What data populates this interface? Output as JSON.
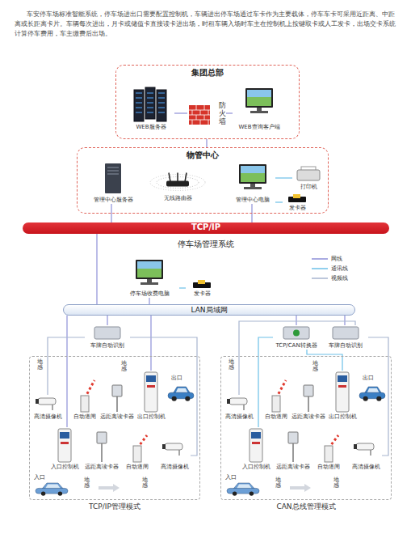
{
  "diagram": {
    "nodes": [
      {
        "text": [
          "集团总部"
        ]
      },
      {
        "text": [
          "WEB服务器"
        ],
        "in": 0
      },
      {
        "text": [
          "防火墙"
        ],
        "in": 0
      },
      {
        "text": [
          "WEB查询客户端"
        ],
        "in": 0
      },
      {
        "text": [
          "物管中心"
        ]
      },
      {
        "text": [
          "管理中心服务器"
        ],
        "in": 4
      },
      {
        "text": [
          "无线路由器"
        ],
        "in": 4
      },
      {
        "text": [
          "管理中心电脑"
        ],
        "in": 4
      },
      {
        "text": [
          "打印机"
        ],
        "in": 4
      },
      {
        "text": [
          "发卡器"
        ],
        "in": 4
      },
      {
        "text": [
          "TCP/IP"
        ]
      },
      {
        "text": [
          "停车场收费电脑"
        ]
      },
      {
        "text": [
          "发卡器"
        ]
      },
      {
        "text": [
          "LAN局域网"
        ]
      },
      {
        "text": [
          "车牌自动识别"
        ]
      },
      {
        "text": [
          "TCP/CAN转换器"
        ]
      },
      {
        "text": [
          "车牌自动识别"
        ]
      },
      {
        "text": [
          "TCP/IP管理模式"
        ]
      },
      {
        "text": [
          "高清摄像机"
        ],
        "in": 17
      },
      {
        "text": [
          "自动道闸"
        ],
        "in": 17
      },
      {
        "text": [
          "远距离读卡器"
        ],
        "in": 17
      },
      {
        "text": [
          "出口控制机"
        ],
        "in": 17
      },
      {
        "text": [
          "入口控制机"
        ],
        "in": 17
      },
      {
        "text": [
          "远距离读卡器"
        ],
        "in": 17
      },
      {
        "text": [
          "自动道闸"
        ],
        "in": 17
      },
      {
        "text": [
          "高清摄像机"
        ],
        "in": 17
      },
      {
        "text": [
          "CAN总线管理模式"
        ]
      },
      {
        "text": [
          "高清摄像机"
        ],
        "in": 26
      },
      {
        "text": [
          "自动道闸"
        ],
        "in": 26
      },
      {
        "text": [
          "远距离读卡器"
        ],
        "in": 26
      },
      {
        "text": [
          "出口控制机"
        ],
        "in": 26
      },
      {
        "text": [
          "入口控制机"
        ],
        "in": 26
      },
      {
        "text": [
          "远距离读卡器"
        ],
        "in": 26
      },
      {
        "text": [
          "自动道闸"
        ],
        "in": 26
      },
      {
        "text": [
          "高清摄像机"
        ],
        "in": 26
      }
    ],
    "edges": [
      {
        "from": 1,
        "to": 2,
        "arrow": "none"
      },
      {
        "from": 2,
        "to": 3,
        "arrow": "none"
      },
      {
        "from": 0,
        "to": 4,
        "arrow": "none"
      },
      {
        "from": 5,
        "to": 10,
        "arrow": "none"
      },
      {
        "from": 7,
        "to": 10,
        "arrow": "none"
      },
      {
        "from": 7,
        "to": 8,
        "arrow": "none"
      },
      {
        "from": 7,
        "to": 9,
        "arrow": "none"
      },
      {
        "from": 10,
        "to": 13,
        "arrow": "none"
      },
      {
        "from": 11,
        "to": 13,
        "arrow": "none"
      },
      {
        "from": 11,
        "to": 12,
        "arrow": "none"
      },
      {
        "from": 13,
        "to": 14,
        "arrow": "none"
      },
      {
        "from": 13,
        "to": 15,
        "arrow": "none"
      },
      {
        "from": 13,
        "to": 16,
        "arrow": "none"
      },
      {
        "from": 13,
        "to": 21,
        "arrow": "none"
      },
      {
        "from": 13,
        "to": 22,
        "arrow": "none"
      },
      {
        "from": 14,
        "to": 18,
        "arrow": "none"
      },
      {
        "from": 14,
        "to": 25,
        "arrow": "none"
      },
      {
        "from": 15,
        "to": 30,
        "arrow": "none"
      },
      {
        "from": 15,
        "to": 31,
        "arrow": "none"
      },
      {
        "from": 16,
        "to": 27,
        "arrow": "none"
      },
      {
        "from": 16,
        "to": 34,
        "arrow": "none"
      }
    ],
    "labels": [
      "车安停车场标准智能系统，停车场进出口需要配置控制机，车辆进出停车场通过车卡作为主要载体，停车车卡可采用近距离、中距离或长距离卡片。车辆每次进出，月卡或储值卡直接读卡进出场，时租车辆入场时车主在控制机上按键取卡或人工发卡，出场交卡系统计算停车费用，车主缴费后出场。",
      "停车场管理系统",
      "地感",
      "地感",
      "出口",
      "入口",
      "地感",
      "地感",
      "地感",
      "地感",
      "出口",
      "入口",
      "地感",
      "地感"
    ],
    "legend": [
      {
        "text": "网线"
      },
      {
        "text": "通讯线"
      },
      {
        "text": "视频线"
      }
    ]
  }
}
